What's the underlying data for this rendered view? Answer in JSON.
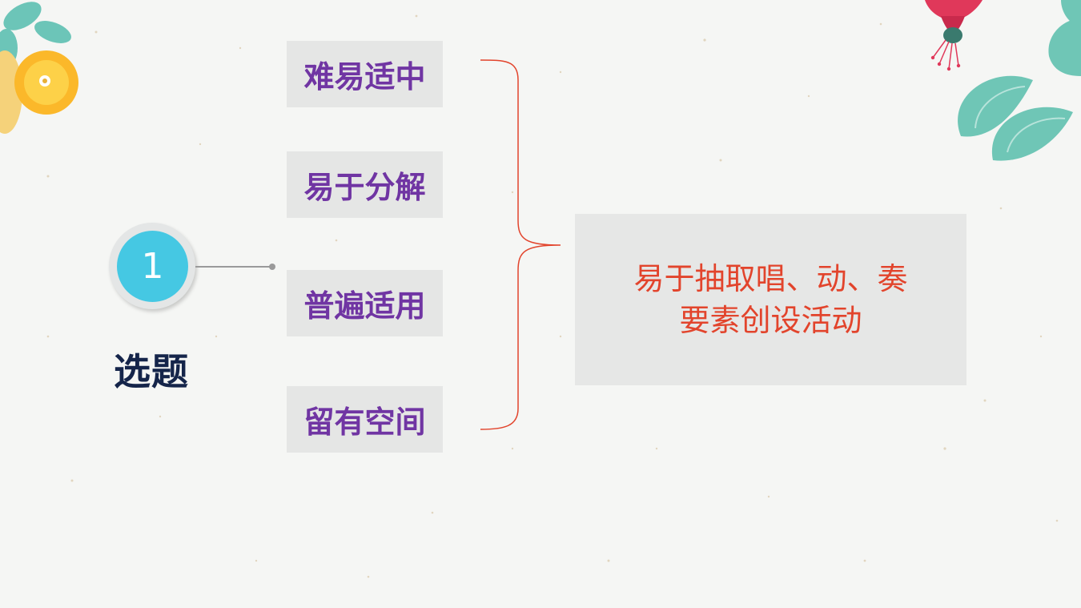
{
  "step": {
    "number": "1",
    "title": "选题"
  },
  "criteria": [
    {
      "label": "难易适中"
    },
    {
      "label": "易于分解"
    },
    {
      "label": "普遍适用"
    },
    {
      "label": "留有空间"
    }
  ],
  "result": {
    "line1": "易于抽取唱、动、奏",
    "line2": "要素创设活动"
  },
  "colors": {
    "circle": "#45c8e3",
    "criteria_text": "#7035a3",
    "topic_text": "#15254a",
    "result_text": "#e2442c",
    "brace": "#e2442c"
  },
  "decorations": [
    "yellow-flower-icon",
    "teal-leaves-icon",
    "pink-fuchsia-flower-icon"
  ]
}
